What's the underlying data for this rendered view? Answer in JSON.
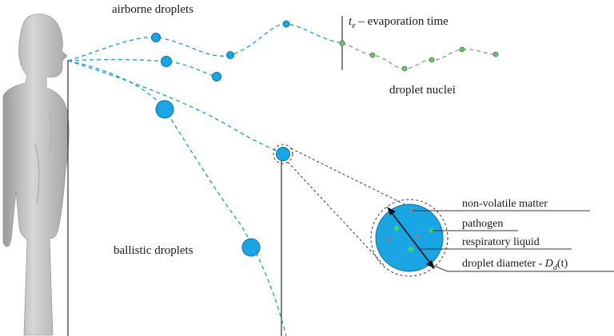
{
  "labels": {
    "airborne": "airborne droplets",
    "evaporation_symbol": "t",
    "evaporation_sub": "e",
    "evaporation_text": " – evaporation time",
    "nuclei": "droplet nuclei",
    "ballistic": "ballistic droplets",
    "non_volatile": "non-volatile matter",
    "pathogen": "pathogen",
    "respiratory": "respiratory liquid",
    "diameter_prefix": "droplet diameter - ",
    "diameter_symbol": "D",
    "diameter_sub": "d",
    "diameter_suffix": "(t)"
  },
  "colors": {
    "droplet": "#1aa6e4",
    "trajectory": "#2a9fd6",
    "nuclei": "#6fbf6f",
    "skin": "#c9c9c9"
  }
}
